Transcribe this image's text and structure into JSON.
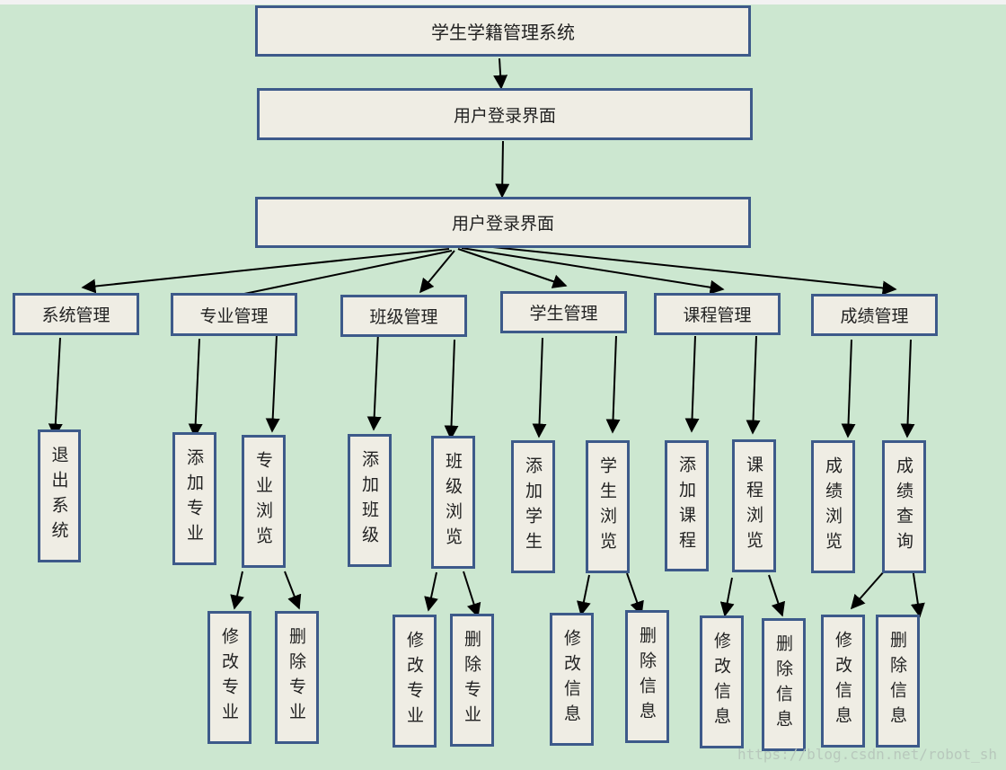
{
  "diagram": {
    "title": "学生学籍管理系统",
    "login1": "用户登录界面",
    "login2": "用户登录界面",
    "modules": {
      "sys": "系统管理",
      "major": "专业管理",
      "class": "班级管理",
      "student": "学生管理",
      "course": "课程管理",
      "score": "成绩管理"
    },
    "sys_children": {
      "exit": "退出系统"
    },
    "major_children": {
      "add": "添加专业",
      "browse": "专业浏览",
      "edit": "修改专业",
      "delete": "删除专业"
    },
    "class_children": {
      "add": "添加班级",
      "browse": "班级浏览",
      "edit": "修改专业",
      "delete": "删除专业"
    },
    "student_children": {
      "add": "添加学生",
      "browse": "学生浏览",
      "edit": "修改信息",
      "delete": "删除信息"
    },
    "course_children": {
      "add": "添加课程",
      "browse": "课程浏览",
      "edit": "修改信息",
      "delete": "删除信息"
    },
    "score_children": {
      "browse": "成绩浏览",
      "query": "成绩查询",
      "edit": "修改信息",
      "delete": "删除信息"
    }
  },
  "colors": {
    "background": "#cce7d0",
    "box_fill": "#efede4",
    "box_border": "#3d5a8a",
    "arrow": "#000000"
  },
  "watermark": "https://blog.csdn.net/robot_sh"
}
